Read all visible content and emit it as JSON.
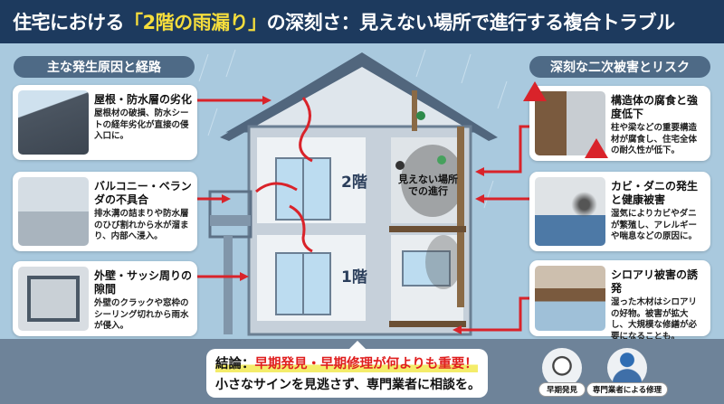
{
  "header": {
    "title_pre": "住宅における",
    "title_highlight": "「2階の雨漏り」",
    "title_post": "の深刻さ：見えない場所で進行する複合トラブル"
  },
  "left": {
    "heading": "主な発生原因と経路",
    "items": [
      {
        "title": "屋根・防水層の劣化",
        "desc": "屋根材の破損、防水シートの経年劣化が直接の侵入口に。",
        "icon": "roof-damage-illustration"
      },
      {
        "title": "バルコニー・ベランダの不具合",
        "desc": "排水溝の詰まりや防水層のひび割れから水が溜まり、内部へ浸入。",
        "icon": "balcony-drain-illustration"
      },
      {
        "title": "外壁・サッシ周りの隙間",
        "desc": "外壁のクラックや窓枠のシーリング切れから雨水が侵入。",
        "icon": "window-crack-illustration"
      }
    ]
  },
  "right": {
    "heading": "深刻な二次被害とリスク",
    "items": [
      {
        "title": "構造体の腐食と強度低下",
        "desc": "柱や梁などの重要構造材が腐食し、住宅全体の耐久性が低下。",
        "icon": "rotten-beam-illustration"
      },
      {
        "title": "カビ・ダニの発生と健康被害",
        "desc": "湿気によりカビやダニが繁殖し、アレルギーや喘息などの原因に。",
        "icon": "mold-cough-illustration"
      },
      {
        "title": "シロアリ被害の誘発",
        "desc": "湿った木材はシロアリの好物。被害が拡大し、大規模な修繕が必要になることも。",
        "icon": "termite-illustration"
      }
    ]
  },
  "house": {
    "floor2": "2階",
    "floor1": "1階",
    "hidden_label": "見えない場所での進行"
  },
  "conclusion": {
    "prefix": "結論：",
    "emphasis": "早期発見・早期修理が何よりも重要！",
    "line2": "小さなサインを見逃さず、専門業者に相談を。"
  },
  "badges": [
    {
      "label": "早期発見",
      "icon": "magnifier-icon"
    },
    {
      "label": "専門業者による修理",
      "icon": "repair-worker-icon"
    }
  ],
  "colors": {
    "header": "#1d3a5e",
    "highlight": "#f5dd3c",
    "arrow": "#d9232a",
    "background": "#a9c9de"
  }
}
